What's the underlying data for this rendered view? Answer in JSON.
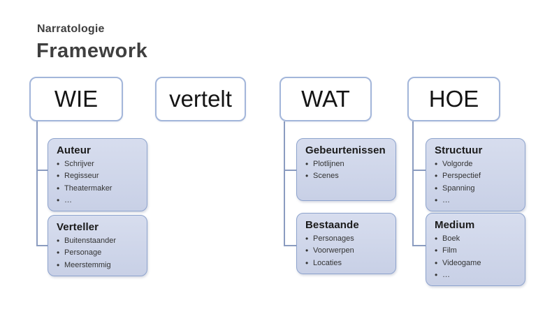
{
  "slide": {
    "subtitle": "Narratologie",
    "title": "Framework"
  },
  "top_row": [
    {
      "label": "WIE"
    },
    {
      "label": "vertelt"
    },
    {
      "label": "WAT"
    },
    {
      "label": "HOE"
    }
  ],
  "columns": [
    {
      "boxes": [
        {
          "title": "Auteur",
          "items": [
            "Schrijver",
            "Regisseur",
            "Theatermaker",
            "…"
          ]
        },
        {
          "title": "Verteller",
          "items": [
            "Buitenstaander",
            "Personage",
            "Meerstemmig"
          ]
        }
      ]
    },
    {
      "boxes": [
        {
          "title": "Gebeurtenissen",
          "items": [
            "Plotlijnen",
            "Scenes"
          ]
        },
        {
          "title": "Bestaande",
          "items": [
            "Personages",
            "Voorwerpen",
            "Locaties"
          ]
        }
      ]
    },
    {
      "boxes": [
        {
          "title": "Structuur",
          "items": [
            "Volgorde",
            "Perspectief",
            "Spanning",
            "…"
          ]
        },
        {
          "title": "Medium",
          "items": [
            "Boek",
            "Film",
            "Videogame",
            "…"
          ]
        }
      ]
    }
  ],
  "colors": {
    "box_fill_top": "#d7ddee",
    "box_fill_bottom": "#c8d0e6",
    "box_border": "#8da3cd",
    "top_box_border": "#a3b6da",
    "connector": "#8b9cc0",
    "title_text": "#3f3f3f",
    "heading_text": "#1a1a1a",
    "bullet_text": "#333333"
  }
}
